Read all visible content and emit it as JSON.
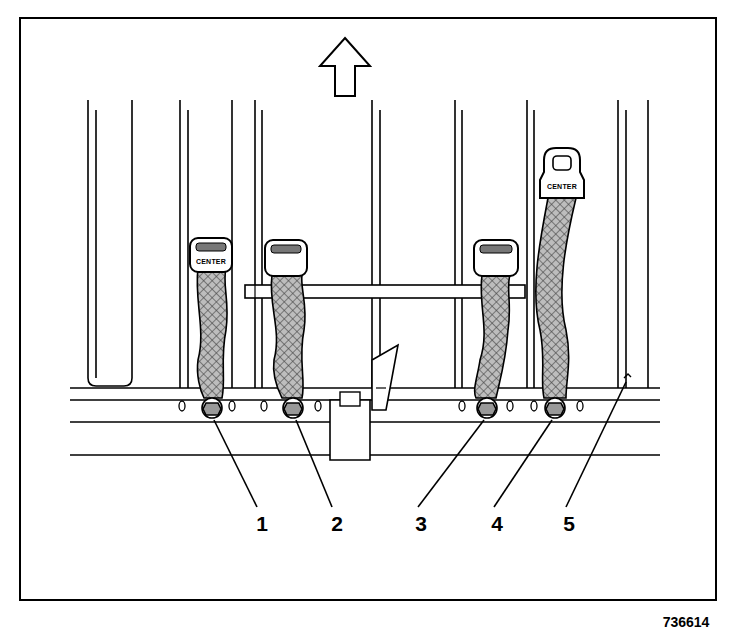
{
  "diagram": {
    "labels": [
      "CENTER",
      "CENTER",
      "1",
      "2",
      "3",
      "4",
      "5",
      "736614"
    ]
  }
}
